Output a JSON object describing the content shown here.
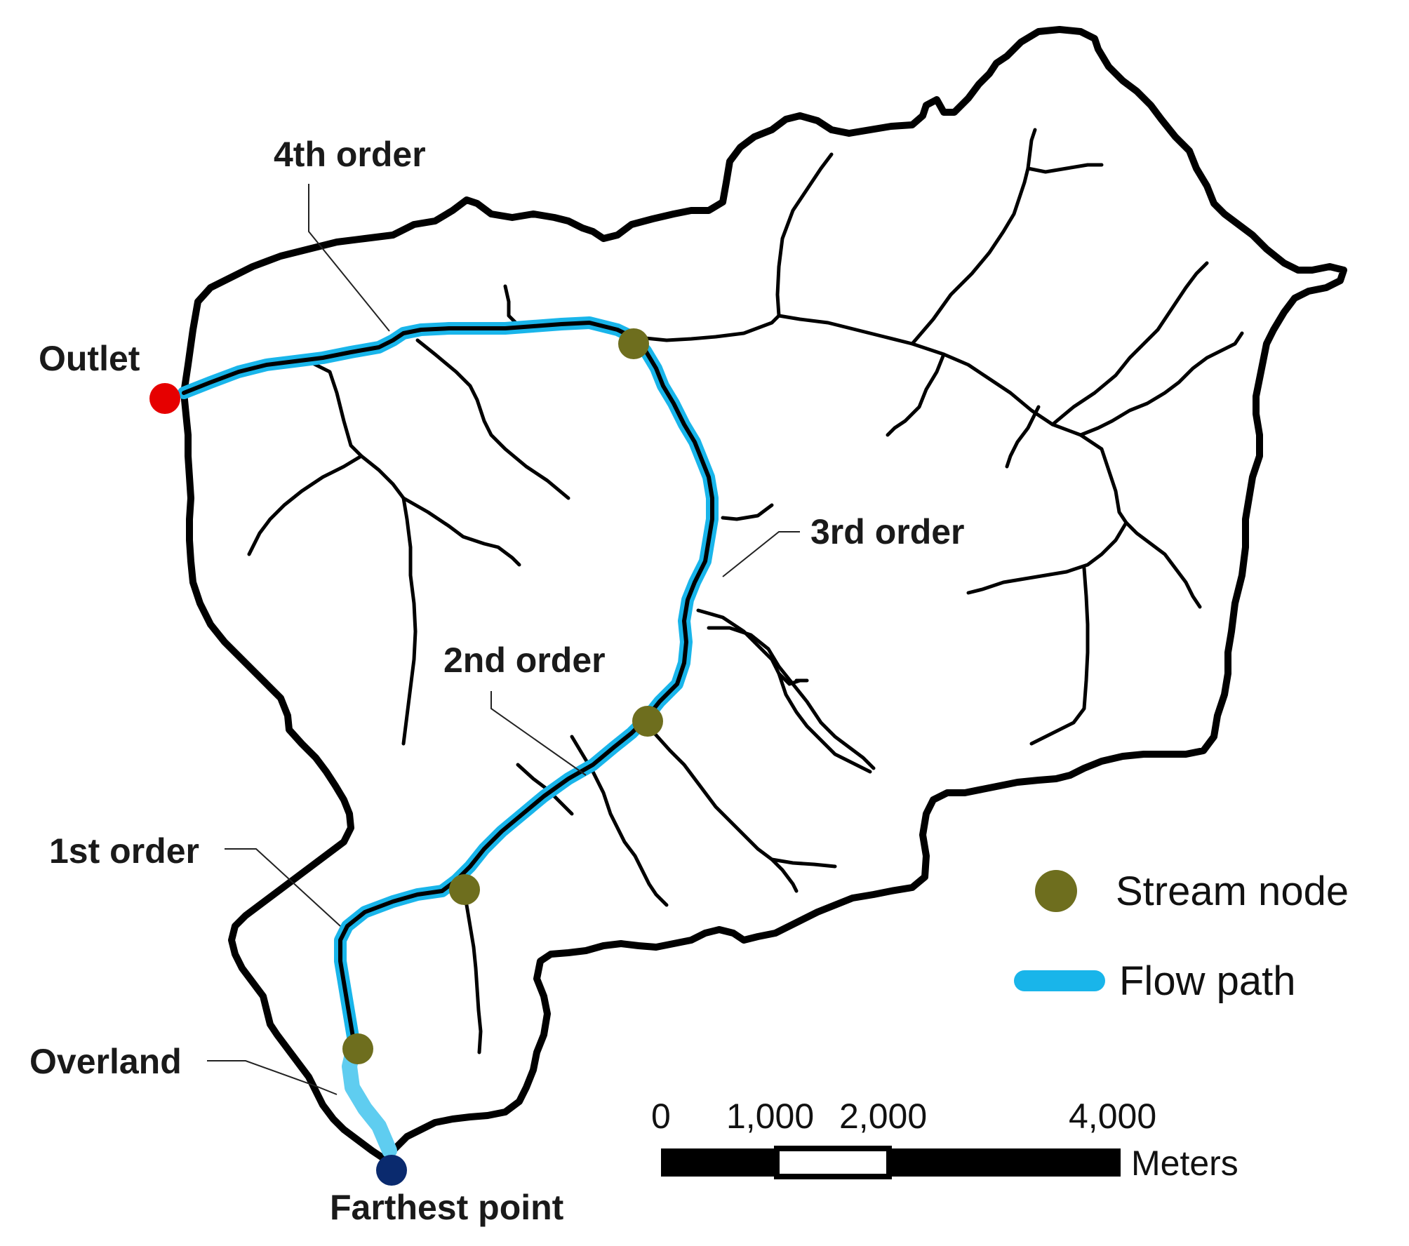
{
  "labels": {
    "fourth_order": "4th order",
    "outlet": "Outlet",
    "third_order": "3rd order",
    "second_order": "2nd order",
    "first_order": "1st order",
    "overland": "Overland",
    "farthest_point": "Farthest point"
  },
  "legend": {
    "stream_node": "Stream node",
    "flow_path": "Flow path"
  },
  "scale_bar": {
    "ticks": [
      "0",
      "1,000",
      "2,000",
      "4,000"
    ],
    "unit": "Meters"
  },
  "colors": {
    "boundary": "#000000",
    "stream": "#000000",
    "flow_path": "#19b5ea",
    "stream_node": "#6e6e1e",
    "outlet": "#e60000",
    "farthest_point": "#0a2a6e"
  }
}
